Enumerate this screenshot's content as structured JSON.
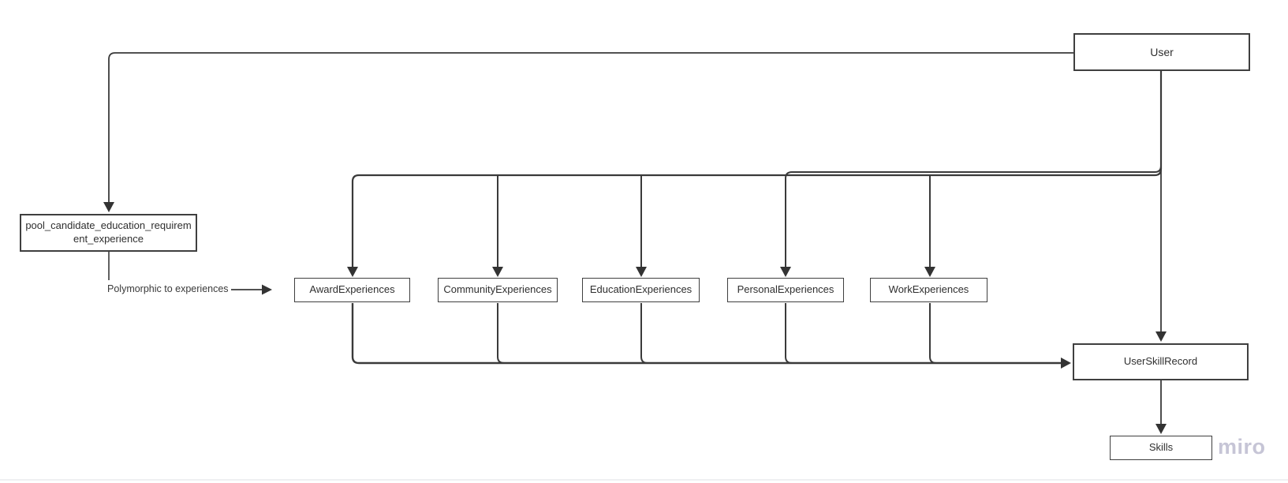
{
  "board": {
    "watermark": "miro",
    "background_color": "#ffffff",
    "line_color": "#3a3a3a",
    "box_fill": "#ffffff",
    "box_border_color": "#3f3f3f",
    "text_color": "#2f2f2f",
    "watermark_color": "#c6c5d6"
  },
  "nodes": {
    "user": "User",
    "pool": "pool_candidate_education_requirement_experience",
    "award": "AwardExperiences",
    "community": "CommunityExperiences",
    "education": "EducationExperiences",
    "personal": "PersonalExperiences",
    "work": "WorkExperiences",
    "user_skill_record": "UserSkillRecord",
    "skills": "Skills"
  },
  "labels": {
    "polymorphic": "Polymorphic to experiences"
  },
  "edges": [
    {
      "from": "user",
      "to": "pool"
    },
    {
      "from": "user",
      "to": "award"
    },
    {
      "from": "user",
      "to": "community"
    },
    {
      "from": "user",
      "to": "education"
    },
    {
      "from": "user",
      "to": "personal"
    },
    {
      "from": "user",
      "to": "work"
    },
    {
      "from": "user",
      "to": "user_skill_record"
    },
    {
      "from": "award",
      "to": "user_skill_record"
    },
    {
      "from": "community",
      "to": "user_skill_record"
    },
    {
      "from": "education",
      "to": "user_skill_record"
    },
    {
      "from": "personal",
      "to": "user_skill_record"
    },
    {
      "from": "work",
      "to": "user_skill_record"
    },
    {
      "from": "user_skill_record",
      "to": "skills"
    },
    {
      "from": "pool",
      "to": "award",
      "label": "Polymorphic to experiences"
    }
  ]
}
